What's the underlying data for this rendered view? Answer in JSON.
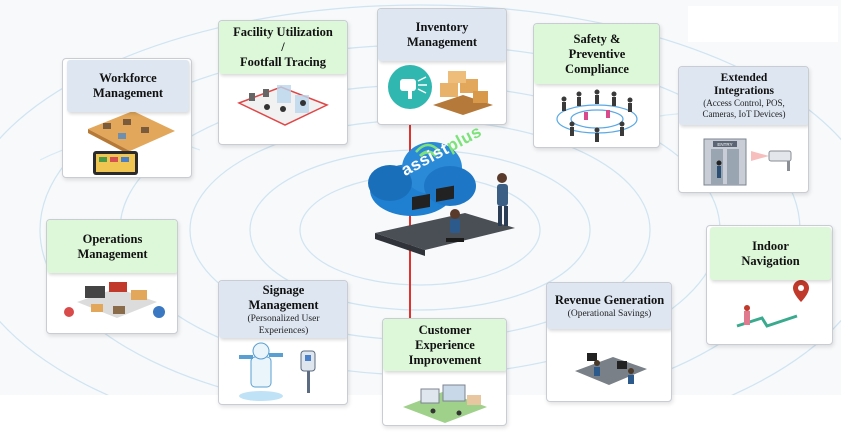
{
  "hub": {
    "brand_part1": "assist",
    "brand_part2": "plus",
    "brand_accent_color": "#7ee27a",
    "cloud_color": "#1f7fd0",
    "connector_color": "#e0332f"
  },
  "cards": {
    "workforce": {
      "title": "Workforce\nManagement",
      "icon": "office-floorplan-illustration"
    },
    "facility": {
      "title": "Facility Utilization\n/\nFootfall Tracing",
      "icon": "footfall-tracking-illustration"
    },
    "inventory": {
      "title": "Inventory\nManagement",
      "icon": "scanner-and-pallets-illustration"
    },
    "safety": {
      "title": "Safety &\nPreventive\nCompliance",
      "icon": "crowd-distancing-illustration"
    },
    "integrations": {
      "title": "Extended\nIntegrations",
      "subtitle": "(Access Control, POS,\nCameras, IoT Devices)",
      "entry_sign": "ENTRY",
      "icon": "access-door-camera-illustration"
    },
    "operations": {
      "title": "Operations\nManagement",
      "icon": "warehouse-operations-illustration"
    },
    "signage": {
      "title": "Signage\nManagement",
      "subtitle": "(Personalized User\nExperiences)",
      "icon": "robot-kiosk-illustration"
    },
    "customer": {
      "title": "Customer\nExperience\nImprovement",
      "icon": "smart-store-illustration"
    },
    "revenue": {
      "title": "Revenue Generation",
      "subtitle": "(Operational Savings)",
      "icon": "office-workers-illustration"
    },
    "navigation": {
      "title": "Indoor\nNavigation",
      "icon": "location-pin-path-illustration"
    }
  }
}
